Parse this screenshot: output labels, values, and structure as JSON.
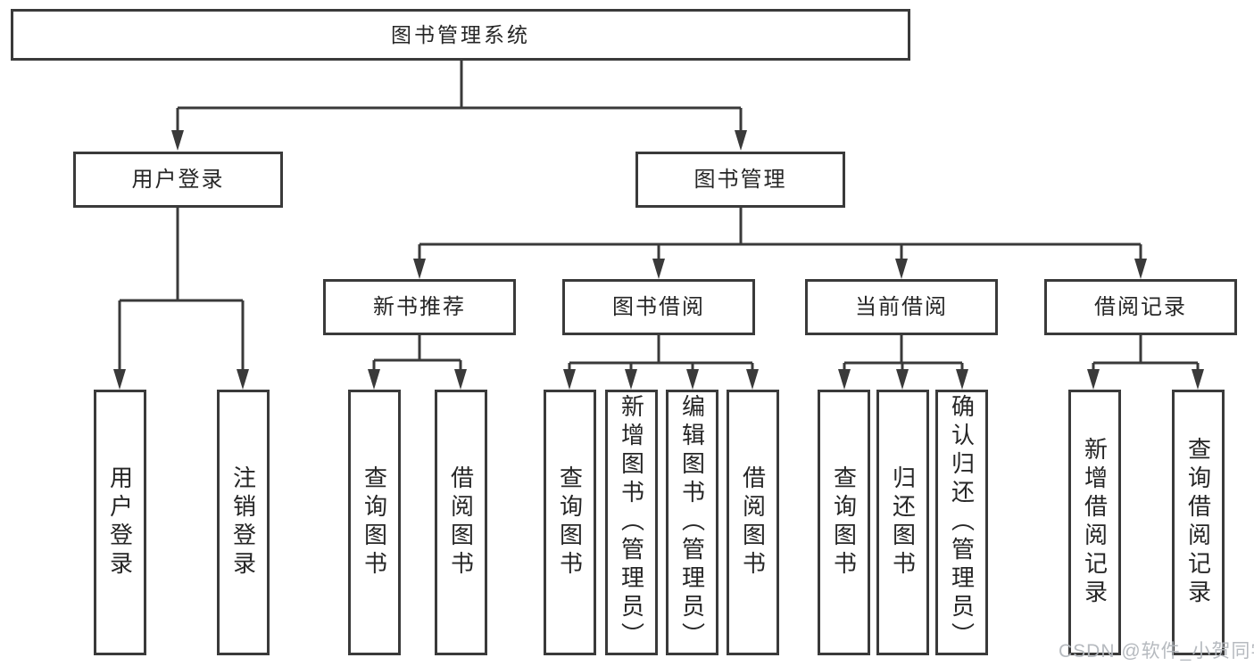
{
  "tree": {
    "label": "图书管理系统",
    "children": [
      {
        "label": "用户登录",
        "children": [
          {
            "label": "用户登录"
          },
          {
            "label": "注销登录"
          }
        ]
      },
      {
        "label": "图书管理",
        "children": [
          {
            "label": "新书推荐",
            "children": [
              {
                "label": "查询图书"
              },
              {
                "label": "借阅图书"
              }
            ]
          },
          {
            "label": "图书借阅",
            "children": [
              {
                "label": "查询图书"
              },
              {
                "label": "新增图书（管理员）"
              },
              {
                "label": "编辑图书（管理员）"
              },
              {
                "label": "借阅图书"
              }
            ]
          },
          {
            "label": "当前借阅",
            "children": [
              {
                "label": "查询图书"
              },
              {
                "label": "归还图书"
              },
              {
                "label": "确认归还（管理员）"
              }
            ]
          },
          {
            "label": "借阅记录",
            "children": [
              {
                "label": "新增借阅记录"
              },
              {
                "label": "查询借阅记录"
              }
            ]
          }
        ]
      }
    ]
  },
  "watermark": {
    "text": "CSDN @软件_小贺同学"
  },
  "colors": {
    "line": "#3a3a3a",
    "text": "#262626",
    "watermark": "#b2b6bc",
    "background": "#ffffff"
  }
}
